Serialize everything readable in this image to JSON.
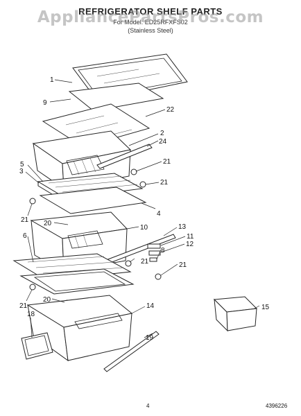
{
  "header": {
    "title": "REFRIGERATOR SHELF PARTS",
    "subtitle": "For Model: ED25RFXFS02",
    "variant": "(Stainless Steel)"
  },
  "watermark": "AppliancePartsPros.com",
  "footer": {
    "page_number": "4",
    "part_code": "4396226"
  },
  "callouts": [
    "1",
    "9",
    "22",
    "2",
    "24",
    "5",
    "21",
    "3",
    "21",
    "4",
    "21",
    "20",
    "10",
    "13",
    "11",
    "6",
    "12",
    "8",
    "21",
    "21",
    "15",
    "21",
    "20",
    "14",
    "18",
    "19"
  ]
}
